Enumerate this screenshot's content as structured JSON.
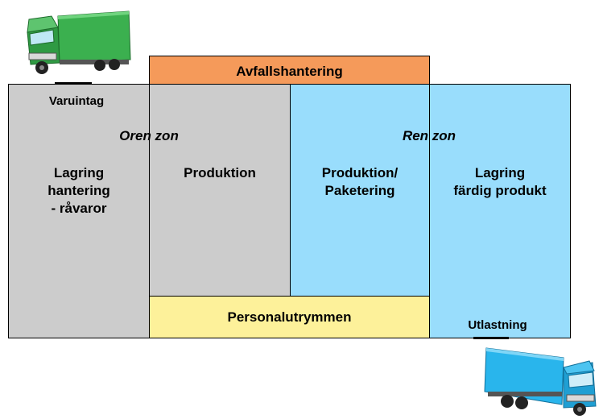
{
  "colors": {
    "grey_zone": "#cccccc",
    "blue_zone": "#99ddfc",
    "waste": "#f59a5a",
    "staff": "#fdf19a",
    "truck_green": "#3bb04f",
    "truck_blue": "#29b5ec"
  },
  "labels": {
    "waste": "Avfallshantering",
    "staff": "Personalutrymmen",
    "goods_in": "Varuintag",
    "goods_out": "Utlastning",
    "unclean_zone": "Oren zon",
    "clean_zone": "Ren zon",
    "raw_storage": "Lagring\nhantering\n- råvaror",
    "production": "Produktion",
    "packaging": "Produktion/\nPaketering",
    "finished_storage": "Lagring\nfärdig produkt"
  },
  "icons": {
    "incoming_truck": "truck-green-icon",
    "outgoing_truck": "truck-blue-icon"
  }
}
